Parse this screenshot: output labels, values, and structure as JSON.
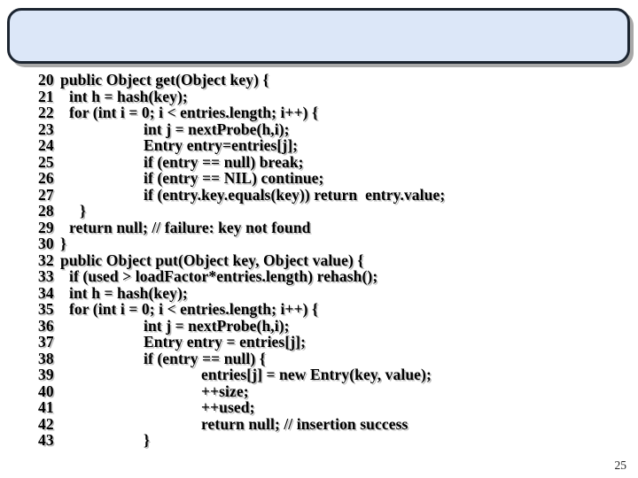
{
  "slide": {
    "page_number": "25",
    "title_box": {
      "text": ""
    },
    "colors": {
      "title_box_fill": "#dce7f8",
      "title_box_border": "#1c2531",
      "title_box_shadow": "#a8a8a8",
      "code_text": "#000000",
      "code_text_shadow": "#bdbdbd",
      "background": "#ffffff"
    },
    "code": {
      "language": "java",
      "lines": [
        {
          "n": "20",
          "ind": "0",
          "t": "public Object get(Object key) {"
        },
        {
          "n": "21",
          "ind": "1",
          "t": "int h = hash(key);"
        },
        {
          "n": "22",
          "ind": "1",
          "t": "for (int i = 0; i < entries.length; i++) {"
        },
        {
          "n": "23",
          "ind": "2",
          "t": "int j = nextProbe(h,i);"
        },
        {
          "n": "24",
          "ind": "2",
          "t": "Entry entry=entries[j];"
        },
        {
          "n": "25",
          "ind": "2",
          "t": "if (entry == null) break;"
        },
        {
          "n": "26",
          "ind": "2",
          "t": "if (entry == NIL) continue;"
        },
        {
          "n": "27",
          "ind": "2",
          "t": "if (entry.key.equals(key)) return  entry.value;"
        },
        {
          "n": "28",
          "ind": "b",
          "t": "}"
        },
        {
          "n": "29",
          "ind": "1",
          "t": "return null; // failure: key not found"
        },
        {
          "n": "30",
          "ind": "0",
          "t": "}"
        },
        {
          "n": "32",
          "ind": "0",
          "t": "public Object put(Object key, Object value) {"
        },
        {
          "n": "33",
          "ind": "1",
          "t": "if (used > loadFactor*entries.length) rehash();"
        },
        {
          "n": "34",
          "ind": "1",
          "t": "int h = hash(key);"
        },
        {
          "n": "35",
          "ind": "1",
          "t": "for (int i = 0; i < entries.length; i++) {"
        },
        {
          "n": "36",
          "ind": "2",
          "t": "int j = nextProbe(h,i);"
        },
        {
          "n": "37",
          "ind": "2",
          "t": "Entry entry = entries[j];"
        },
        {
          "n": "38",
          "ind": "2",
          "t": "if (entry == null) {"
        },
        {
          "n": "39",
          "ind": "3",
          "t": "entries[j] = new Entry(key, value);"
        },
        {
          "n": "40",
          "ind": "3",
          "t": "++size;"
        },
        {
          "n": "41",
          "ind": "3",
          "t": "++used;"
        },
        {
          "n": "42",
          "ind": "3",
          "t": "return null; // insertion success"
        },
        {
          "n": "43",
          "ind": "2",
          "t": "}"
        }
      ]
    }
  }
}
